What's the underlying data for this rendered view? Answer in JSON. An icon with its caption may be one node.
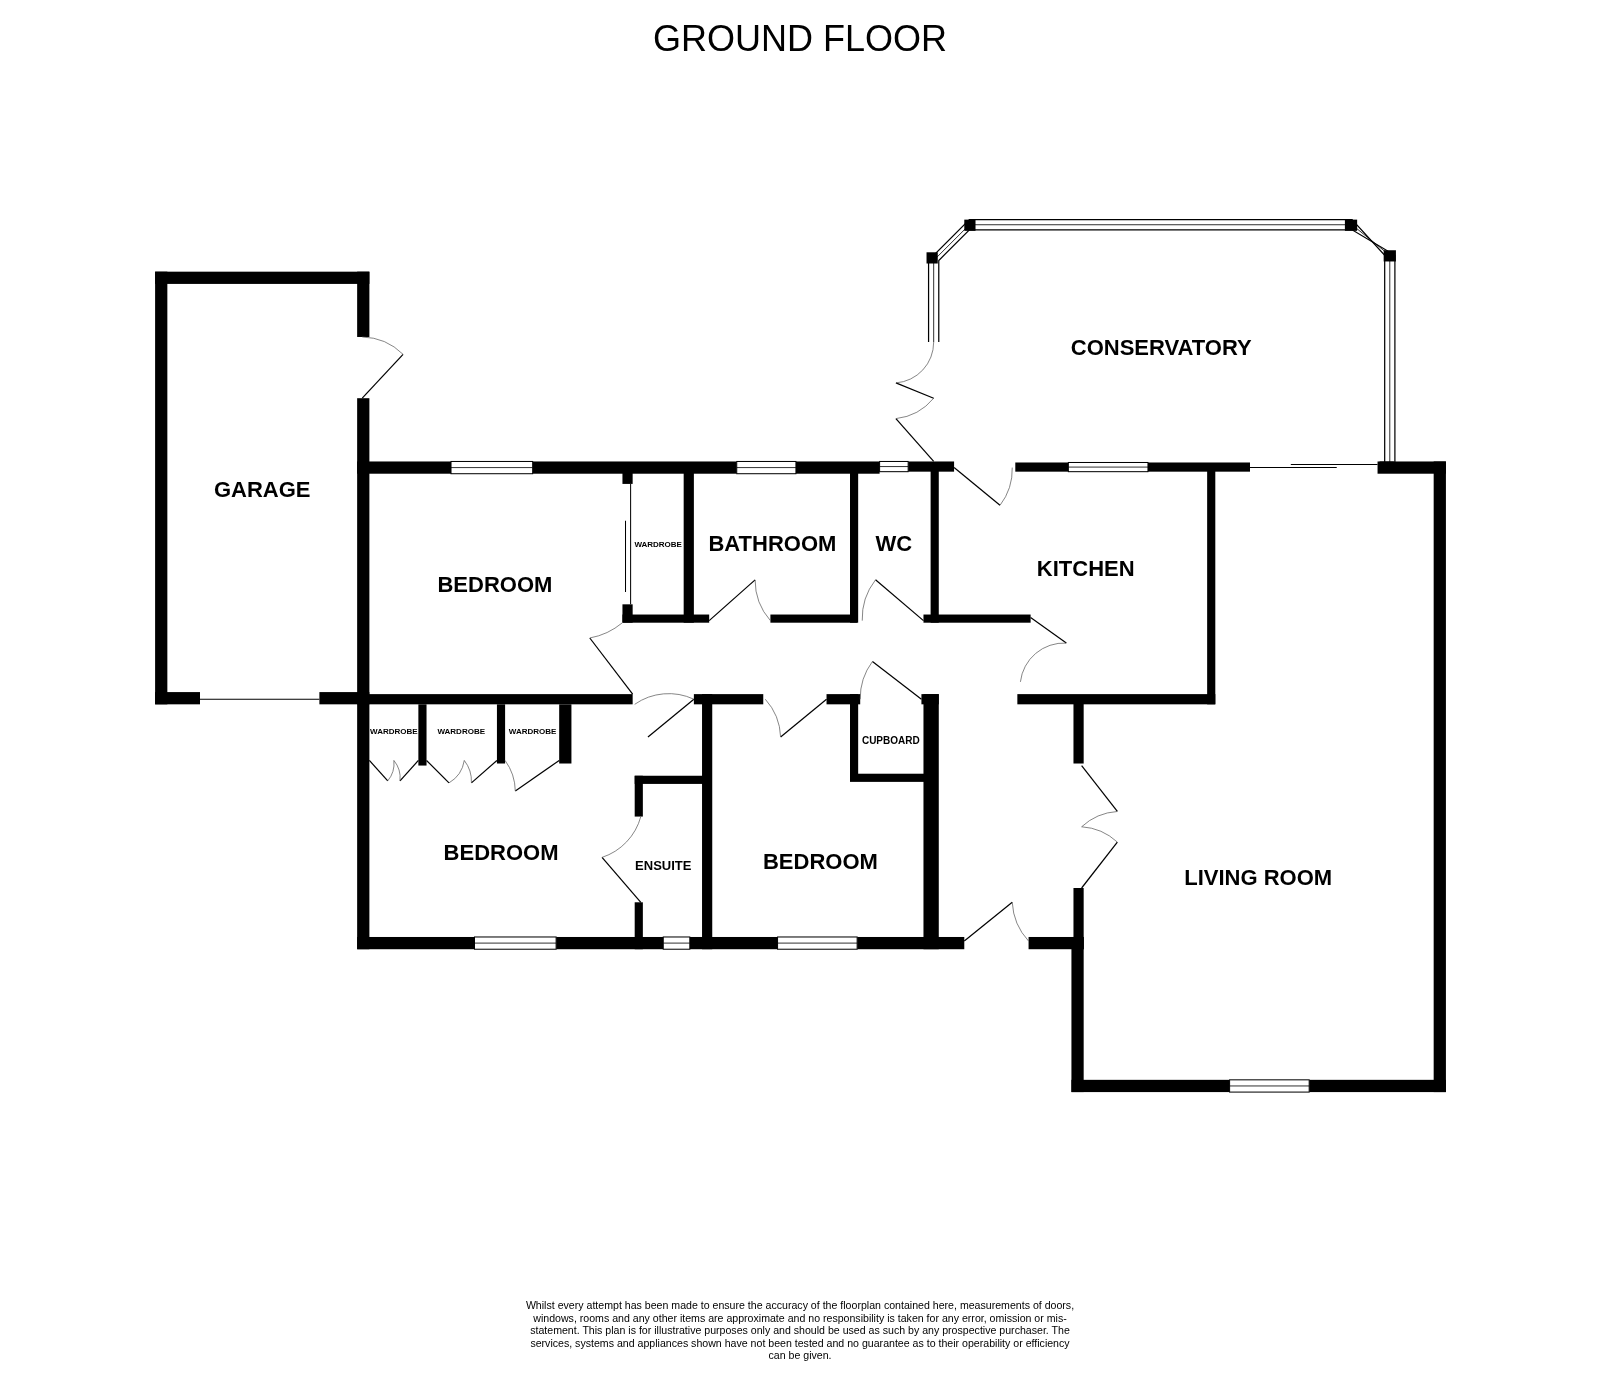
{
  "diagram": {
    "title": "GROUND FLOOR",
    "caption": "Whilst every attempt has been made to ensure the accuracy of the floorplan contained here, measurements of doors, windows, rooms and any other items are approximate and no responsibility is taken for any error, omission or mis-statement. This plan is for illustrative purposes only and should be used as such by any prospective purchaser. The services, systems and appliances shown have not been tested and no guarantee as to their operability or efficiency can be given.",
    "labels": [
      "CONSERVATORY",
      "GARAGE",
      "WARDROBE",
      "BATHROOM",
      "WC",
      "KITCHEN",
      "BEDROOM",
      "WARDROBE",
      "WARDROBE",
      "WARDROBE",
      "CUPBOARD",
      "BEDROOM",
      "ENSUITE",
      "BEDROOM",
      "LIVING ROOM"
    ]
  }
}
